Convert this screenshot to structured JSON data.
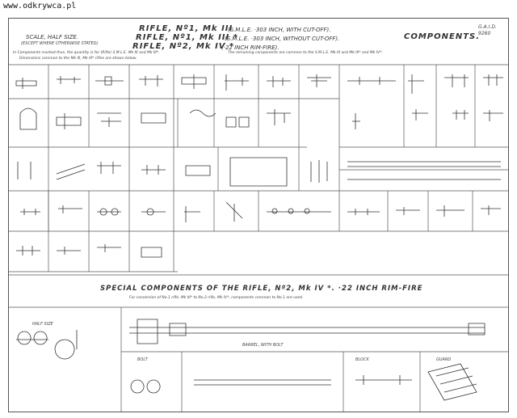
{
  "watermark": "www.odkrywca.pl",
  "header": {
    "scale": "SCALE, HALF SIZE.",
    "scale_note": "(EXCEPT WHERE OTHERWISE STATED)",
    "title_line1": "RIFLE, Nº1, Mk III",
    "title_line2": "RIFLE, Nº1, Mk III *",
    "title_line3": "RIFLE, Nº2, Mk IV *",
    "spec_line1": "(S.M.L.E.   ·303 INCH, WITH CUT-OFF).",
    "spec_line2": "(S.M.L.E.   ·303 INCH, WITHOUT CUT-OFF).",
    "spec_line3": "(·22 INCH RIM-FIRE).",
    "components": "COMPONENTS.",
    "ref_code_1": "G.A.I.D.",
    "ref_code_2": "9260",
    "note1": "In Components marked thus, the quantity is for (Rifle) S.M.L.E. Mk III and Mk III*.",
    "note2": "The remaining components are common to the S.M.L.E. Mk III and Mk III* and Mk IV*.",
    "note3": "Dimensions common to the Mk III, Mk III* rifles are shown below."
  },
  "special": {
    "title": "SPECIAL COMPONENTS OF THE RIFLE, Nº2, Mk IV *.  ·22 INCH RIM-FIRE",
    "subtitle": "For conversion of No.1 rifle, Mk III* to No.2 rifle, Mk IV*, components common to No.1 are used.",
    "half_label": "HALF SIZE",
    "barrel_label": "BARREL, WITH BOLT",
    "bolt_label": "BOLT",
    "block_label": "BLOCK",
    "cover_label": "GUARD"
  }
}
